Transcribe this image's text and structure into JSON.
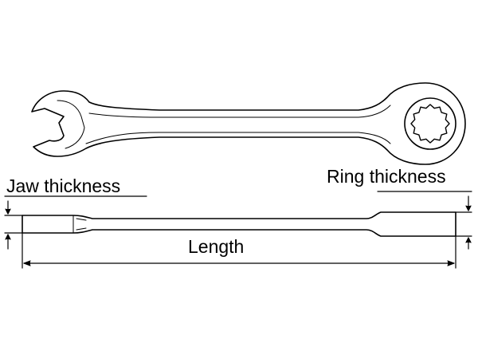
{
  "labels": {
    "jaw_thickness": "Jaw thickness",
    "ring_thickness": "Ring thickness",
    "length": "Length"
  },
  "colors": {
    "stroke": "#000000",
    "background": "#ffffff"
  }
}
